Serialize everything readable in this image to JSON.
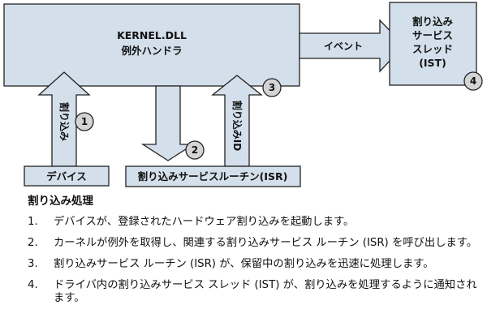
{
  "diagram": {
    "colors": {
      "fill": "#d3dfeb",
      "stroke": "#222222",
      "badge_fill": "#d4d4d4"
    },
    "kernel_box": {
      "line1": "KERNEL.DLL",
      "line2": "例外ハンドラ"
    },
    "ist_box": {
      "lines": [
        "割り込み",
        "サービス",
        "スレッド",
        "(IST)"
      ]
    },
    "device_box": {
      "label": "デバイス"
    },
    "isr_box": {
      "label": "割り込みサービスルーチン(ISR)"
    },
    "event_arrow": {
      "label": "イベント"
    },
    "arrow1": {
      "label": "割り込み"
    },
    "arrow3": {
      "label": "割り込みID"
    },
    "badges": [
      "1",
      "2",
      "3",
      "4"
    ]
  },
  "legend": {
    "title": "割り込み処理",
    "steps": [
      {
        "num": "1.",
        "text": "デバイスが、登録されたハードウェア割り込みを起動します。"
      },
      {
        "num": "2.",
        "text": "カーネルが例外を取得し、関連する割り込みサービス ルーチン (ISR) を呼び出します。"
      },
      {
        "num": "3.",
        "text": "割り込みサービス ルーチン (ISR) が、保留中の割り込みを迅速に処理します。"
      },
      {
        "num": "4.",
        "text": "ドライバ内の割り込みサービス スレッド (IST) が、割り込みを処理するように通知されます。"
      }
    ]
  }
}
